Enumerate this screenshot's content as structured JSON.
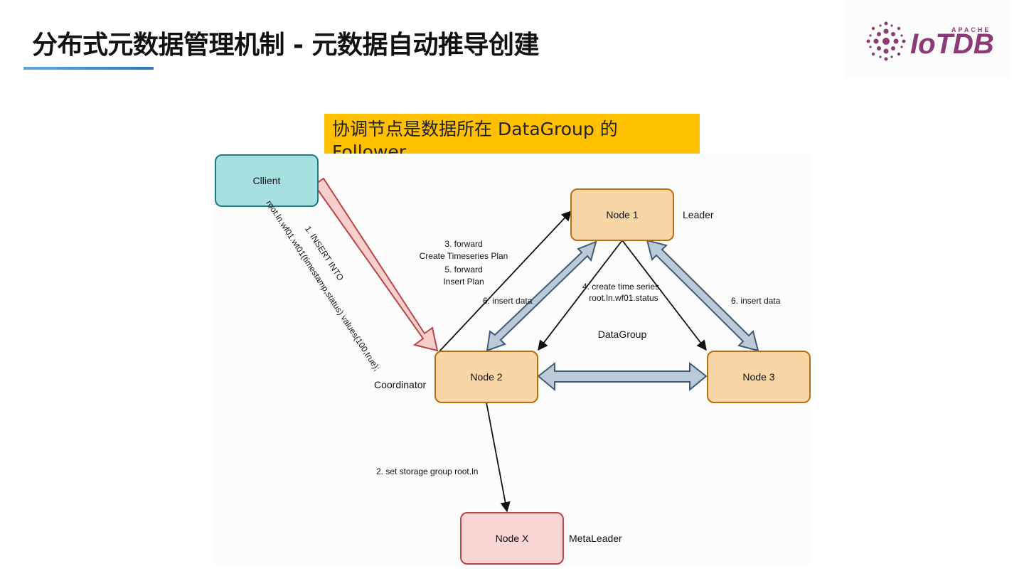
{
  "slide": {
    "title": "分布式元数据管理机制 - 元数据自动推导创建"
  },
  "logo": {
    "top_text": "APACHE",
    "brand_text": "IoTDB",
    "brand_color": "#8b3a76"
  },
  "callout": {
    "text": "协调节点是数据所在 DataGroup 的 Follower",
    "bg_color": "#ffc000"
  },
  "nodes": {
    "client": "Cllient",
    "node1": "Node 1",
    "node2": "Node 2",
    "node3": "Node 3",
    "nodex": "Node X"
  },
  "roles": {
    "leader": "Leader",
    "coordinator": "Coordinator",
    "metaleader": "MetaLeader"
  },
  "group_label": "DataGroup",
  "steps": {
    "s1_line1": "1.  INSERT INTO",
    "s1_line2": "root.ln.wf01.wt01(timestamp,status) values(100,true);",
    "s2": "2.  set storage group root.ln",
    "s3_line1": "3.  forward",
    "s3_line2": "Create Timeseries Plan",
    "s5_line1": "5.  forward",
    "s5_line2": "Insert Plan",
    "s4_line1": "4.  create time series",
    "s4_line2": "root.ln.wf01.status",
    "s6_left": "6.  insert data",
    "s6_right": "6.  insert data"
  },
  "colors": {
    "client_fill": "#a8e0e2",
    "client_stroke": "#1b7a82",
    "node_fill": "#f8d6a6",
    "node_stroke": "#b86f10",
    "nodex_fill": "#f9d5d3",
    "nodex_stroke": "#b84646",
    "big_arrow_fill": "#bccad8",
    "big_arrow_stroke": "#3f5b75",
    "client_arrow_fill": "#f8cfcc",
    "client_arrow_stroke": "#b84646"
  }
}
